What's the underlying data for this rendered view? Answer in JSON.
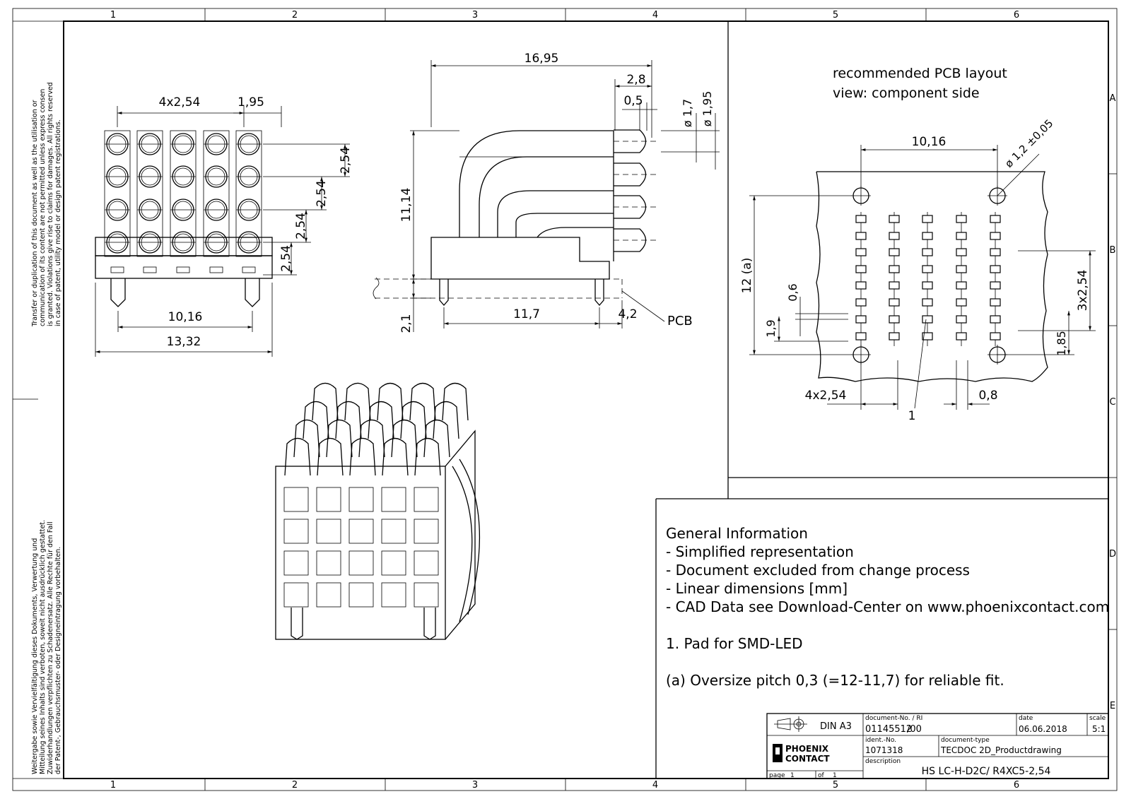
{
  "border": {
    "cols": [
      "1",
      "2",
      "3",
      "4",
      "5",
      "6"
    ],
    "rows": [
      "A",
      "B",
      "C",
      "D",
      "E"
    ]
  },
  "side_notes": {
    "en": [
      "Transfer or duplication of this document as well as the utilisation or",
      "communication of its content are not permitted unless express consen",
      "is granted. Violations give rise to claims for damages. All rights reserved",
      "in case of patent, utility model or design patent registrations."
    ],
    "de": [
      "Weitergabe sowie Vervielfältigung dieses Dokuments, Verwertung und",
      "Mitteilung seines Inhalts sind verboten, soweit nicht ausdrücklich gestattet.",
      "Zuwiderhandlungen verpflichten zu Schadenersatz. Alle Rechte für den Fall",
      "der Patent-, Gebrauchsmuster- oder Designeintragung vorbehalten."
    ]
  },
  "front_view": {
    "dim_top_left": "4x2,54",
    "dim_top_right": "1,95",
    "dim_pitch_1": "2,54",
    "dim_pitch_2": "2,54",
    "dim_pitch_3": "2,54",
    "dim_pitch_4": "2,54",
    "dim_width_inner": "10,16",
    "dim_width_outer": "13,32"
  },
  "side_view": {
    "dim_length": "16,95",
    "dim_tip": "2,8",
    "dim_tip_small": "0,5",
    "dim_dia_1": "ø 1,7",
    "dim_dia_2": "ø 1,95",
    "dim_height": "11,14",
    "dim_pin_depth": "2,1",
    "dim_pin_span": "11,7",
    "dim_pin_offset": "4,2",
    "pcb_label": "PCB"
  },
  "pcb_layout": {
    "title_line1": "recommended PCB layout",
    "title_line2": "view: component side",
    "dim_hole_span": "10,16",
    "dim_hole_dia": "ø 1,2 ±0,05",
    "dim_vertical": "12 (a)",
    "dim_pitch_right": "3x2,54",
    "dim_pad_w": "0,6",
    "dim_pad_offset": "1,9",
    "dim_bottom_right": "1,85",
    "dim_bottom_left": "4x2,54",
    "dim_pad_gap": "0,8",
    "callout": "1"
  },
  "notes": {
    "lines": [
      "General Information",
      "- Simplified representation",
      "- Document excluded from change process",
      "- Linear dimensions [mm]",
      "- CAD Data see Download-Center on www.phoenixcontact.com"
    ],
    "pad_note": "1. Pad for SMD-LED",
    "oversize_note": "(a) Oversize pitch 0,3 (=12-11,7) for reliable fit."
  },
  "title_block": {
    "format": "DIN A3",
    "doc_no_label": "document-No. / RI",
    "doc_no": "01145512",
    "revision": "/00",
    "date_label": "date",
    "date": "06.06.2018",
    "scale_label": "scale",
    "scale": "5:1",
    "ident_label": "ident.-No.",
    "ident": "1071318",
    "doctype_label": "document-type",
    "doctype": "TECDOC 2D_Productdrawing",
    "desc_label": "description",
    "description": "HS LC-H-D2C/ R4XC5-2,54",
    "page_label": "page",
    "page": "1",
    "of_label": "of",
    "of": "1",
    "logo_line1": "PHOENIX",
    "logo_line2": "CONTACT"
  }
}
